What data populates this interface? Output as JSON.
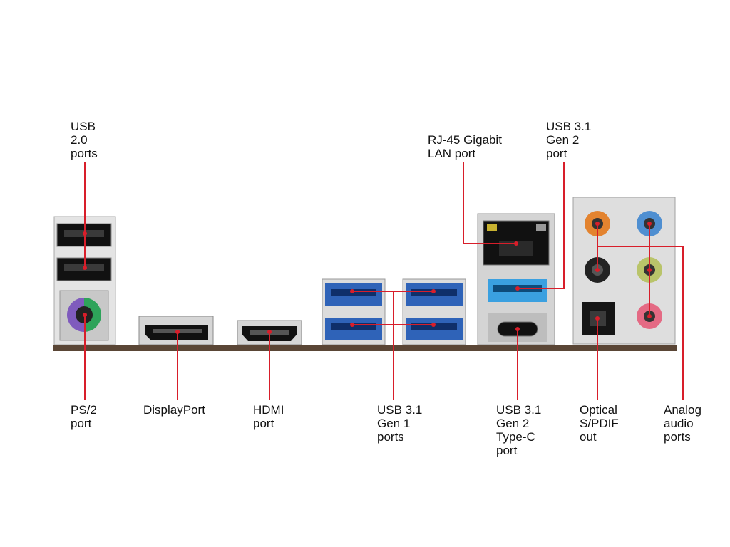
{
  "colors": {
    "leader": "#d81e2a",
    "pcb": "#5a4636",
    "shield": "#d8d8d8",
    "usb3_blue": "#2f63b8",
    "ps2_purple": "#7f5bbd",
    "ps2_green": "#2ea35a",
    "audio_orange": "#e3832f",
    "audio_blue": "#4f8fd1",
    "audio_black": "#222222",
    "audio_lime": "#b9c46a",
    "audio_pink": "#e46a84"
  },
  "labels": {
    "usb20": [
      "USB",
      "2.0",
      "ports"
    ],
    "rj45": [
      "RJ-45 Gigabit",
      "LAN port"
    ],
    "usb31g2": [
      "USB 3.1",
      "Gen 2",
      "port"
    ],
    "ps2": [
      "PS/2",
      "port"
    ],
    "displayport": [
      "DisplayPort"
    ],
    "hdmi": [
      "HDMI",
      "port"
    ],
    "usb31g1": [
      "USB 3.1",
      "Gen 1",
      "ports"
    ],
    "usbc": [
      "USB 3.1",
      "Gen 2",
      "Type-C",
      "port"
    ],
    "optical": [
      "Optical",
      "S/PDIF",
      "out"
    ],
    "analog": [
      "Analog",
      "audio",
      "ports"
    ]
  }
}
